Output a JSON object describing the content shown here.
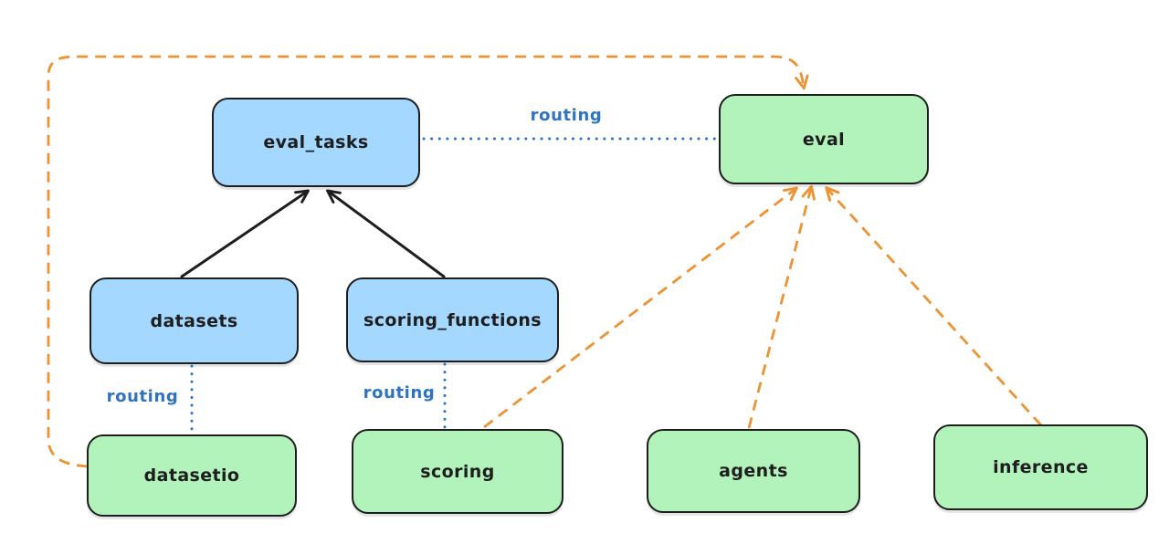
{
  "diagram": {
    "nodes": [
      {
        "id": "eval_tasks",
        "label": "eval_tasks",
        "color": "blue"
      },
      {
        "id": "eval",
        "label": "eval",
        "color": "green"
      },
      {
        "id": "datasets",
        "label": "datasets",
        "color": "blue"
      },
      {
        "id": "scoring_functions",
        "label": "scoring_functions",
        "color": "blue"
      },
      {
        "id": "datasetio",
        "label": "datasetio",
        "color": "green"
      },
      {
        "id": "scoring",
        "label": "scoring",
        "color": "green"
      },
      {
        "id": "agents",
        "label": "agents",
        "color": "green"
      },
      {
        "id": "inference",
        "label": "inference",
        "color": "green"
      }
    ],
    "edges": [
      {
        "from": "datasets",
        "to": "eval_tasks",
        "style": "solid-black-arrow"
      },
      {
        "from": "scoring_functions",
        "to": "eval_tasks",
        "style": "solid-black-arrow"
      },
      {
        "from": "eval_tasks",
        "to": "eval",
        "style": "dotted-blue",
        "label": "routing"
      },
      {
        "from": "datasets",
        "to": "datasetio",
        "style": "dotted-blue",
        "label": "routing"
      },
      {
        "from": "scoring_functions",
        "to": "scoring",
        "style": "dotted-blue",
        "label": "routing"
      },
      {
        "from": "datasetio",
        "to": "eval",
        "style": "dashed-orange-arrow"
      },
      {
        "from": "scoring",
        "to": "eval",
        "style": "dashed-orange-arrow"
      },
      {
        "from": "agents",
        "to": "eval",
        "style": "dashed-orange-arrow"
      },
      {
        "from": "inference",
        "to": "eval",
        "style": "dashed-orange-arrow"
      }
    ],
    "labels": {
      "routing_top": "routing",
      "routing_datasets": "routing",
      "routing_scoring": "routing"
    },
    "colors": {
      "background": "#ffffff",
      "node_blue_fill": "#a5d8ff",
      "node_green_fill": "#b2f2bb",
      "node_stroke": "#1e1e1e",
      "routing_blue": "#2f74c0",
      "arrow_orange": "#ec9334",
      "arrow_black": "#1e1e1e",
      "text_dark": "#1e1e1e"
    }
  }
}
